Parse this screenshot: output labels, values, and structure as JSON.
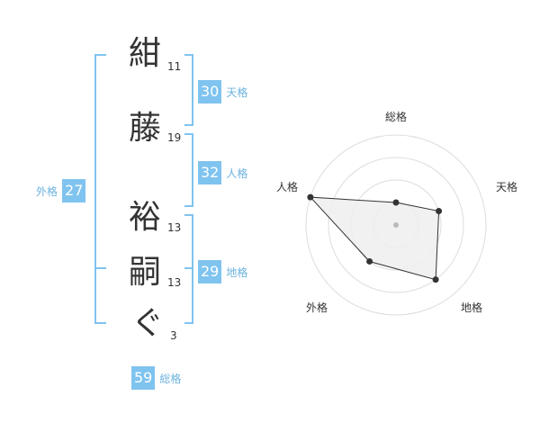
{
  "name_characters": [
    {
      "char": "紺",
      "strokes": "11"
    },
    {
      "char": "藤",
      "strokes": "19"
    },
    {
      "char": "裕",
      "strokes": "13"
    },
    {
      "char": "嗣",
      "strokes": "13"
    },
    {
      "char": "ぐ",
      "strokes": "3"
    }
  ],
  "scores": {
    "tenkaku": {
      "value": "30",
      "label": "天格"
    },
    "jinkaku": {
      "value": "32",
      "label": "人格"
    },
    "chikaku": {
      "value": "29",
      "label": "地格"
    },
    "gaikaku": {
      "value": "27",
      "label": "外格"
    },
    "soukaku": {
      "value": "59",
      "label": "総格"
    }
  },
  "radar": {
    "labels": [
      "総格",
      "天格",
      "地格",
      "外格",
      "人格"
    ],
    "levels": 4,
    "values": [
      0.25,
      0.5,
      0.75,
      0.5,
      1.0
    ],
    "colors": {
      "grid": "#dddddd",
      "fill": "#eeeeee",
      "line": "#333333",
      "point": "#333333",
      "center": "#bbbbbb"
    }
  },
  "colors": {
    "accent": "#7fc3ef",
    "bracket": "#7fc3ef",
    "label": "#6cb3e0"
  }
}
